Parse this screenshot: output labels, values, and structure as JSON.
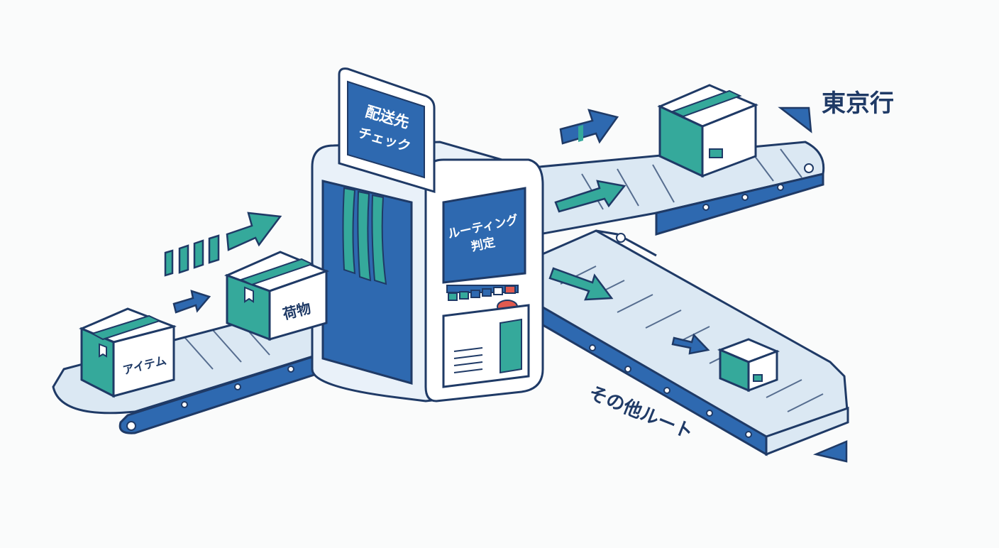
{
  "labels": {
    "monitor_line1": "配送先",
    "monitor_line2": "チェック",
    "screen_line1": "ルーティング",
    "screen_line2": "判定",
    "box_item": "アイテム",
    "box_parcel": "荷物",
    "dest_tokyo": "東京行",
    "dest_other": "その他ルート"
  },
  "colors": {
    "outline": "#1f3a66",
    "blue": "#2e69b0",
    "teal": "#35a99b",
    "belt": "#dbe8f3",
    "panel": "#e9f1f9",
    "white": "#ffffff",
    "red": "#e05a4f"
  }
}
